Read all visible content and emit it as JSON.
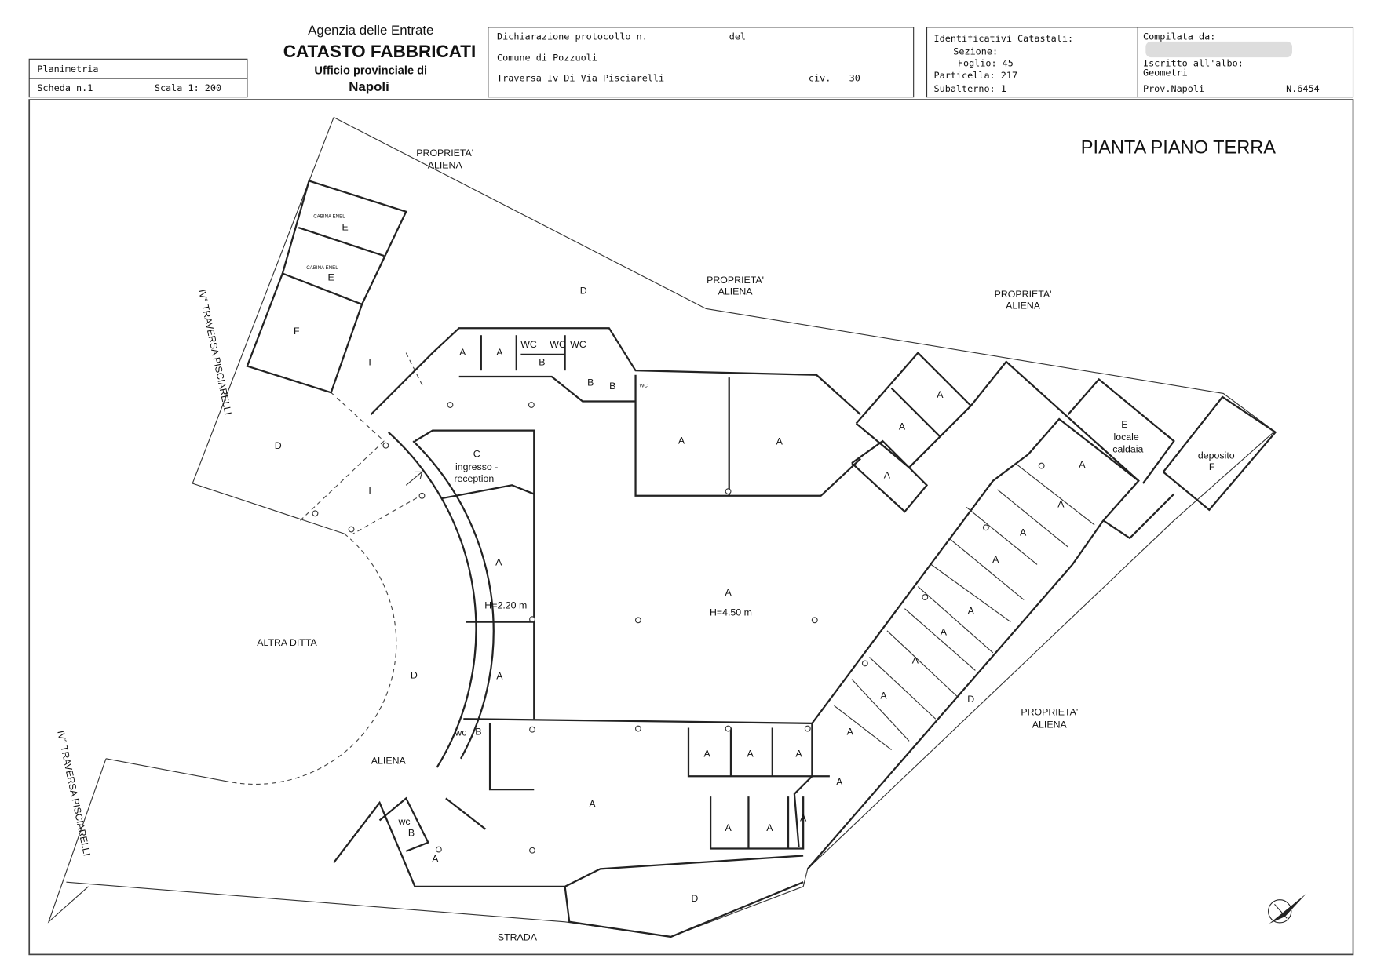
{
  "header": {
    "planimetria": "Planimetria",
    "scheda": "Scheda n.1",
    "scala": "Scala 1: 200",
    "agency": "Agenzia delle Entrate",
    "catasto": "CATASTO FABBRICATI",
    "ufficio": "Ufficio provinciale di",
    "city": "Napoli",
    "dichiarazione": "Dichiarazione protocollo n.",
    "del": "del",
    "comune": "Comune di Pozzuoli",
    "address": "Traversa Iv Di Via Pisciarelli",
    "civ_label": "civ.",
    "civ": "30",
    "identificativi": "Identificativi Catastali:",
    "sezione": "Sezione:",
    "foglio": "Foglio: 45",
    "particella": "Particella: 217",
    "subalterno": "Subalterno: 1",
    "compilata": "Compilata da:",
    "iscritto": "Iscritto all'albo:",
    "albo": "Geometri",
    "prov": "Prov.Napoli",
    "numero": "N.6454"
  },
  "plan": {
    "title": "PIANTA PIANO TERRA",
    "street_1": "IV° TRAVERSA PISCIARELLI",
    "street_2": "IV° TRAVERSA PISCIARELLI",
    "labels": [
      "PROPRIETA'",
      "ALIENA",
      "CABINA ENEL",
      "E",
      "CABINA ENEL",
      "E",
      "F",
      "I",
      "D",
      "PROPRIETA'",
      "ALIENA",
      "PROPRIETA'",
      "ALIENA",
      "D",
      "I",
      "A",
      "A",
      "WC",
      "WC",
      "WC",
      "B",
      "B",
      "B",
      "WC",
      "A",
      "A",
      "C",
      "ingresso -",
      "reception",
      "A",
      "A",
      "A",
      "E",
      "locale",
      "caldaia",
      "deposito",
      "F",
      "A",
      "A",
      "A",
      "A",
      "A",
      "A",
      "A",
      "A",
      "A",
      "A",
      "A",
      "A",
      "H=2.20 m",
      "A",
      "H=4.50 m",
      "ALTRA DITTA",
      "D",
      "A",
      "D",
      "PROPRIETA'",
      "ALIENA",
      "wc",
      "B",
      "A",
      "A",
      "A",
      "ALIENA",
      "A",
      "A",
      "A",
      "wc",
      "B",
      "A",
      "D",
      "STRADA"
    ]
  }
}
